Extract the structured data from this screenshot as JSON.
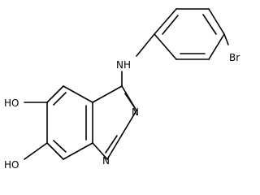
{
  "molecule": {
    "atoms": {
      "nh": "NH",
      "br": "Br",
      "oh_upper": "HO",
      "oh_lower": "HO",
      "n_ring_upper": "N",
      "n_ring_lower": "N"
    }
  },
  "colors": {
    "bond": "#000000",
    "label": "#000000",
    "background": "#ffffff"
  }
}
